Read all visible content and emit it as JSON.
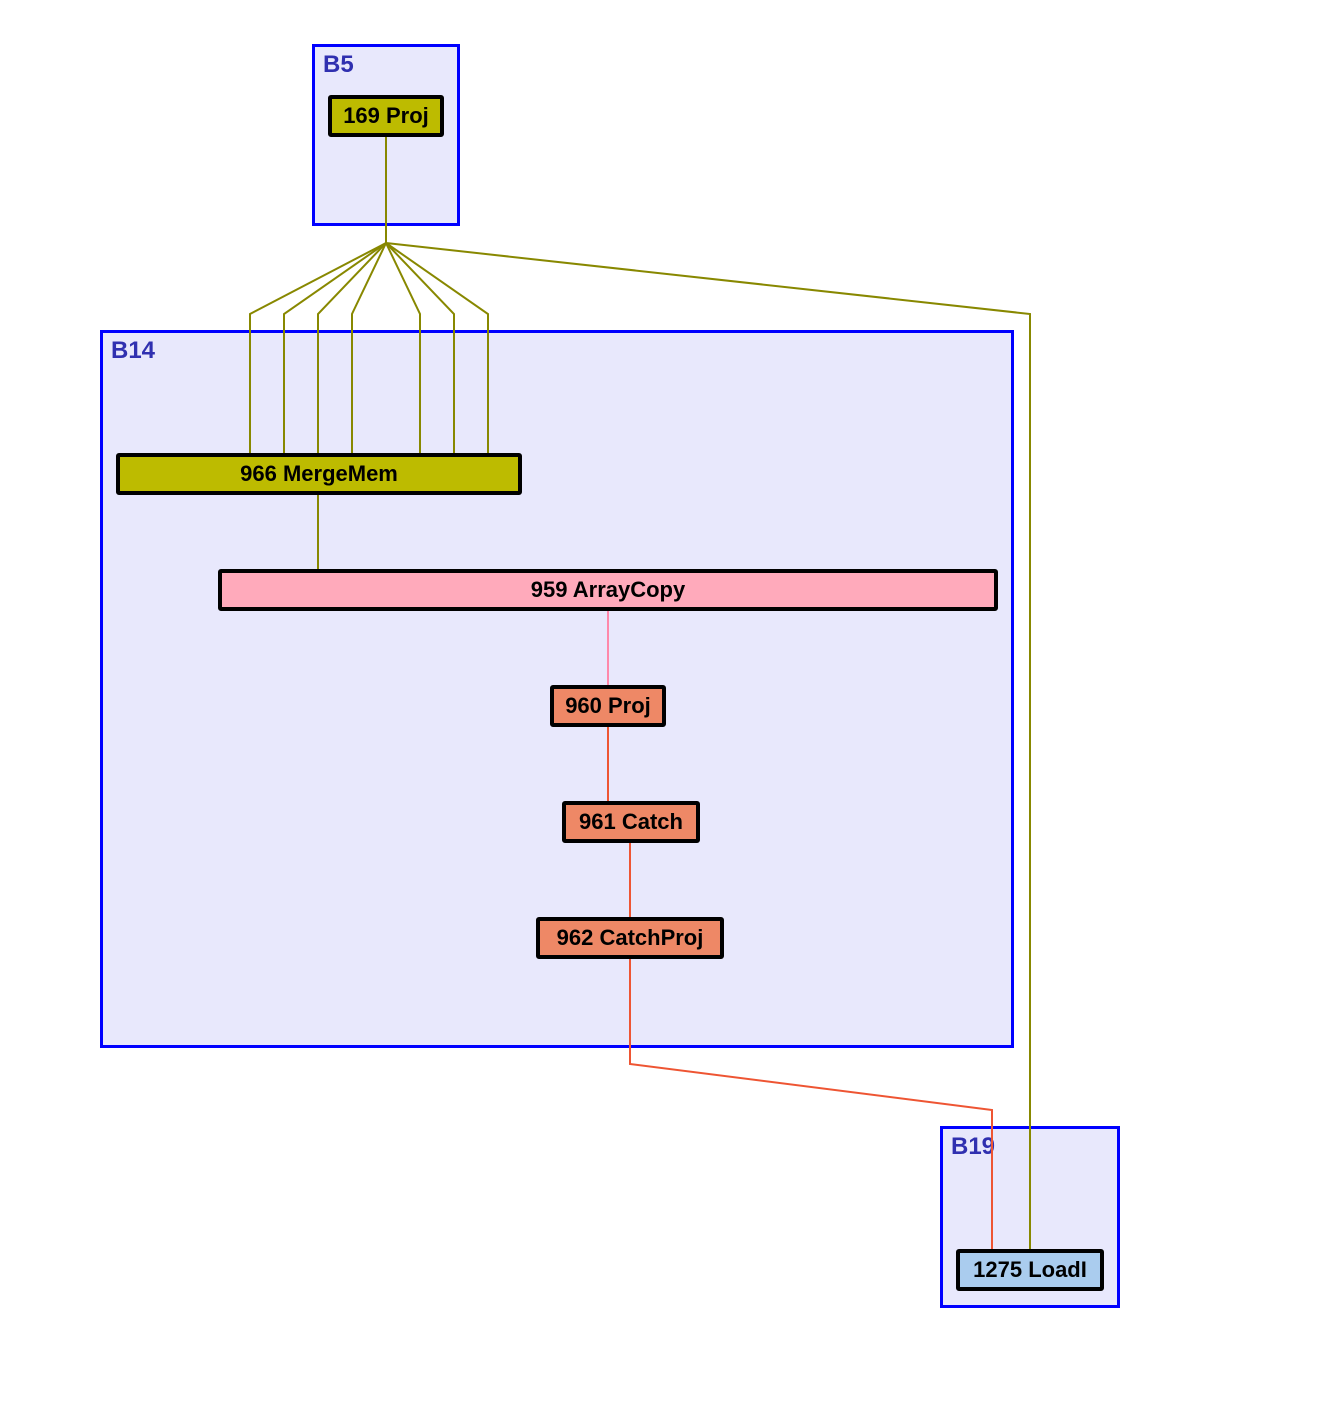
{
  "blocks": [
    {
      "id": "B5",
      "label": "B5"
    },
    {
      "id": "B14",
      "label": "B14"
    },
    {
      "id": "B19",
      "label": "B19"
    }
  ],
  "nodes": [
    {
      "id": "169",
      "label": "169 Proj",
      "color": "#bdbb00"
    },
    {
      "id": "966",
      "label": "966 MergeMem",
      "color": "#bdbb00"
    },
    {
      "id": "959",
      "label": "959 ArrayCopy",
      "color": "#ffaabb"
    },
    {
      "id": "960",
      "label": "960 Proj",
      "color": "#ee8866"
    },
    {
      "id": "961",
      "label": "961 Catch",
      "color": "#ee8866"
    },
    {
      "id": "962",
      "label": "962 CatchProj",
      "color": "#ee8866"
    },
    {
      "id": "1275",
      "label": "1275 LoadI",
      "color": "#aaccee"
    }
  ],
  "edges": [
    {
      "from": "169",
      "to": "966",
      "count": 7,
      "color": "#888800"
    },
    {
      "from": "169",
      "to": "1275",
      "color": "#888800"
    },
    {
      "from": "966",
      "to": "959",
      "color": "#888800"
    },
    {
      "from": "959",
      "to": "960",
      "color": "#ff88aa"
    },
    {
      "from": "960",
      "to": "961",
      "color": "#ee5533"
    },
    {
      "from": "961",
      "to": "962",
      "color": "#ee5533"
    },
    {
      "from": "962",
      "to": "1275",
      "color": "#ee5533"
    }
  ]
}
